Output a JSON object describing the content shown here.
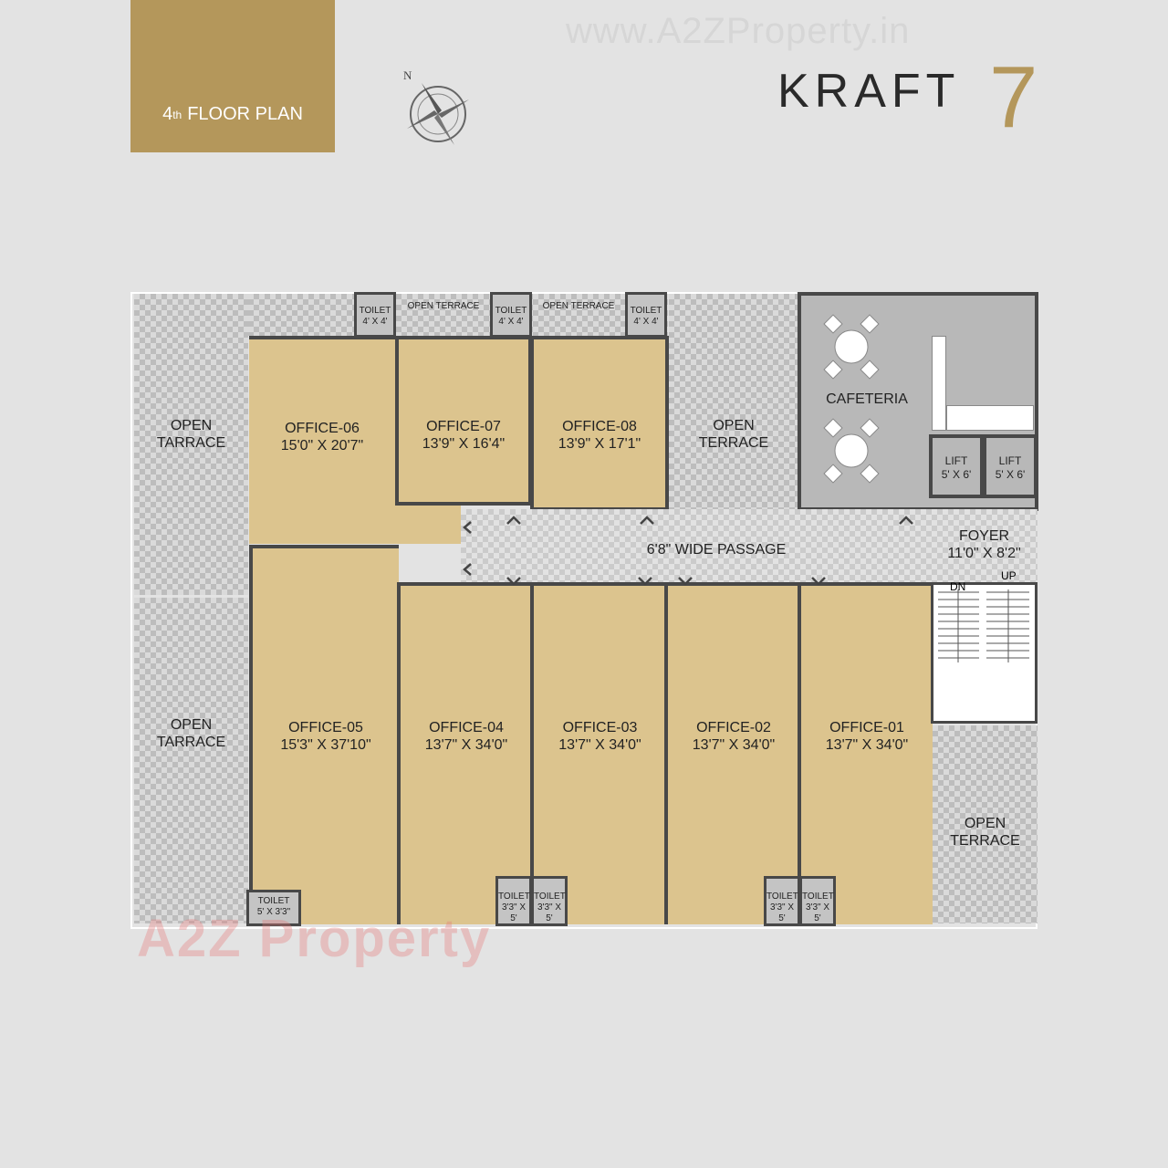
{
  "header": {
    "floor_num": "4",
    "floor_sup": "th",
    "floor_label": "FLOOR PLAN"
  },
  "watermark": {
    "top": "www.A2ZProperty.in",
    "bottom": "A2Z Property"
  },
  "compass": {
    "north": "N"
  },
  "logo": {
    "text": "KRAFT",
    "number": "7",
    "gold": "#b4975b"
  },
  "rooms": {
    "terrace_lt": [
      "OPEN",
      "TARRACE"
    ],
    "terrace_lb": [
      "OPEN",
      "TARRACE"
    ],
    "terrace_rt": [
      "OPEN",
      "TERRACE"
    ],
    "terrace_rb": [
      "OPEN",
      "TERRACE"
    ],
    "office06": [
      "OFFICE-06",
      "15'0\" X 20'7\""
    ],
    "office07": [
      "OFFICE-07",
      "13'9\" X 16'4\""
    ],
    "office08": [
      "OFFICE-08",
      "13'9\" X 17'1\""
    ],
    "office05": [
      "OFFICE-05",
      "15'3\" X 37'10\""
    ],
    "office04": [
      "OFFICE-04",
      "13'7\" X 34'0\""
    ],
    "office03": [
      "OFFICE-03",
      "13'7\" X 34'0\""
    ],
    "office02": [
      "OFFICE-02",
      "13'7\" X 34'0\""
    ],
    "office01": [
      "OFFICE-01",
      "13'7\" X 34'0\""
    ],
    "cafeteria": "CAFETERIA",
    "lift1": [
      "LIFT",
      "5' X 6'"
    ],
    "lift2": [
      "LIFT",
      "5' X 6'"
    ],
    "passage": "6'8\" WIDE PASSAGE",
    "foyer": [
      "FOYER",
      "11'0\" X 8'2\""
    ],
    "dn": "DN",
    "up": "UP",
    "top_toilet": [
      "TOILET",
      "4' X 4'"
    ],
    "top_terrace": "OPEN TERRACE",
    "toilet_05": [
      "TOILET",
      "5' X 3'3\""
    ],
    "toilet_small": [
      "TOILET",
      "3'3\" X 5'"
    ]
  }
}
